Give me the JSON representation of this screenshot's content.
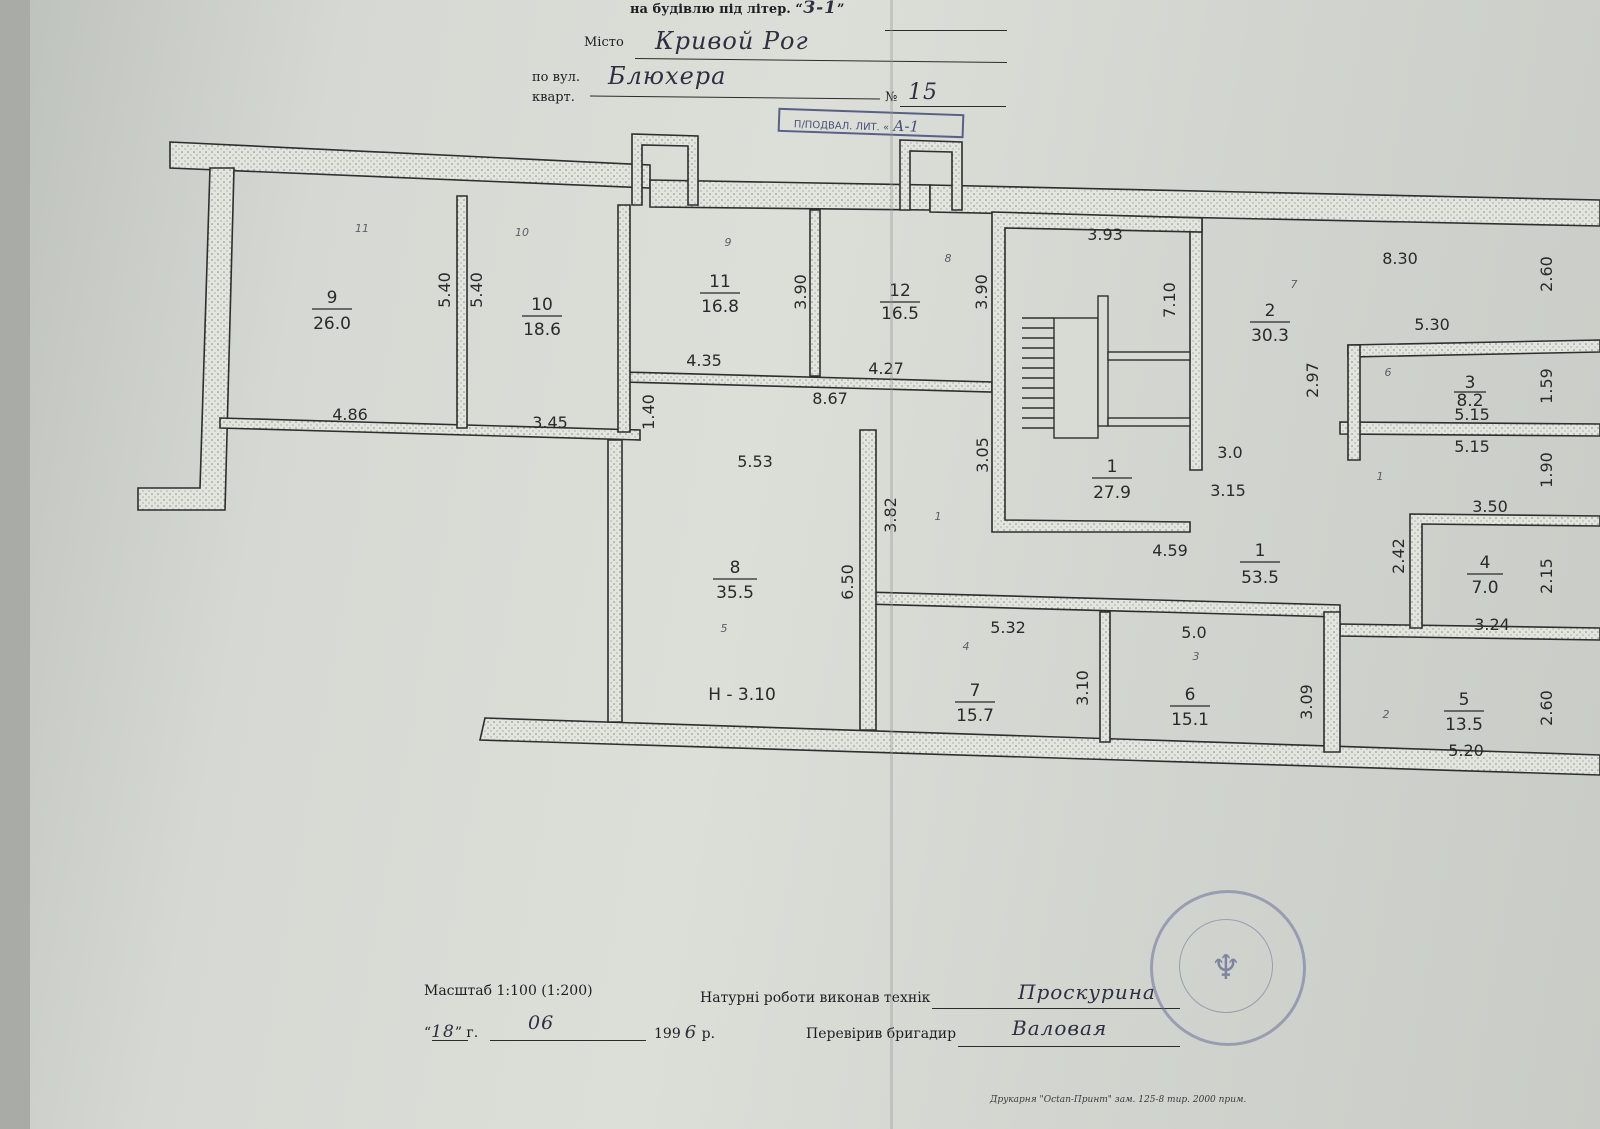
{
  "header": {
    "building_label": "на будівлю під літер. “",
    "building_quote_close": "”",
    "building_value": "З-1",
    "city_label": "Місто",
    "city_value": "Кривой Рог",
    "street_label": "по вул.",
    "street_value": "Блюхера",
    "block_label": "кварт.",
    "number_label": "№",
    "number_value": "15",
    "stamp_label": "П/ПОДВАЛ. ЛИТ. «",
    "stamp_value": "А-1"
  },
  "rooms": [
    {
      "number": "9",
      "area": "26.0"
    },
    {
      "number": "10",
      "area": "18.6"
    },
    {
      "number": "11",
      "area": "16.8"
    },
    {
      "number": "12",
      "area": "16.5"
    },
    {
      "number": "1",
      "area": "27.9"
    },
    {
      "number": "2",
      "area": "30.3"
    },
    {
      "number": "3",
      "area": "8.2"
    },
    {
      "number": "1",
      "area": "53.5"
    },
    {
      "number": "4",
      "area": "7.0"
    },
    {
      "number": "8",
      "area": "35.5"
    },
    {
      "number": "7",
      "area": "15.7"
    },
    {
      "number": "6",
      "area": "15.1"
    },
    {
      "number": "5",
      "area": "13.5"
    }
  ],
  "dimensions": [
    "5.40",
    "5.40",
    "3.90",
    "3.90",
    "4.35",
    "4.27",
    "8.67",
    "4.86",
    "3.45",
    "1.40",
    "5.53",
    "3.82",
    "6.50",
    "3.93",
    "7.10",
    "3.05",
    "4.59",
    "8.30",
    "2.60",
    "5.30",
    "2.97",
    "1.59",
    "5.15",
    "5.15",
    "1.90",
    "3.0",
    "3.15",
    "3.50",
    "2.42",
    "2.15",
    "3.24",
    "5.32",
    "5.0",
    "3.10",
    "3.09",
    "2.60",
    "5.20"
  ],
  "pencil_marks": [
    "11",
    "10",
    "9",
    "8",
    "7",
    "6",
    "1",
    "5",
    "4",
    "3",
    "2",
    "1"
  ],
  "height_label": "Н - 3.10",
  "footer": {
    "scale": "Масштаб 1:100 (1:200)",
    "works_label": "Натурні роботи виконав технік",
    "technician": "Проскурина",
    "date_day": "18",
    "date_g": "г.",
    "date_month": "06",
    "year_prefix": "199",
    "year_digit": "6",
    "year_suffix": "р.",
    "checked_label": "Перевірив бригадир",
    "foreman": "Валовая",
    "print_note": "Друкарня \"Octan-Принт\" зам. 125-8 тир. 2000 прим."
  },
  "colors": {
    "ink": "#2b2b2b",
    "pen": "#2c3040",
    "stamp": "#5a5f8a"
  }
}
